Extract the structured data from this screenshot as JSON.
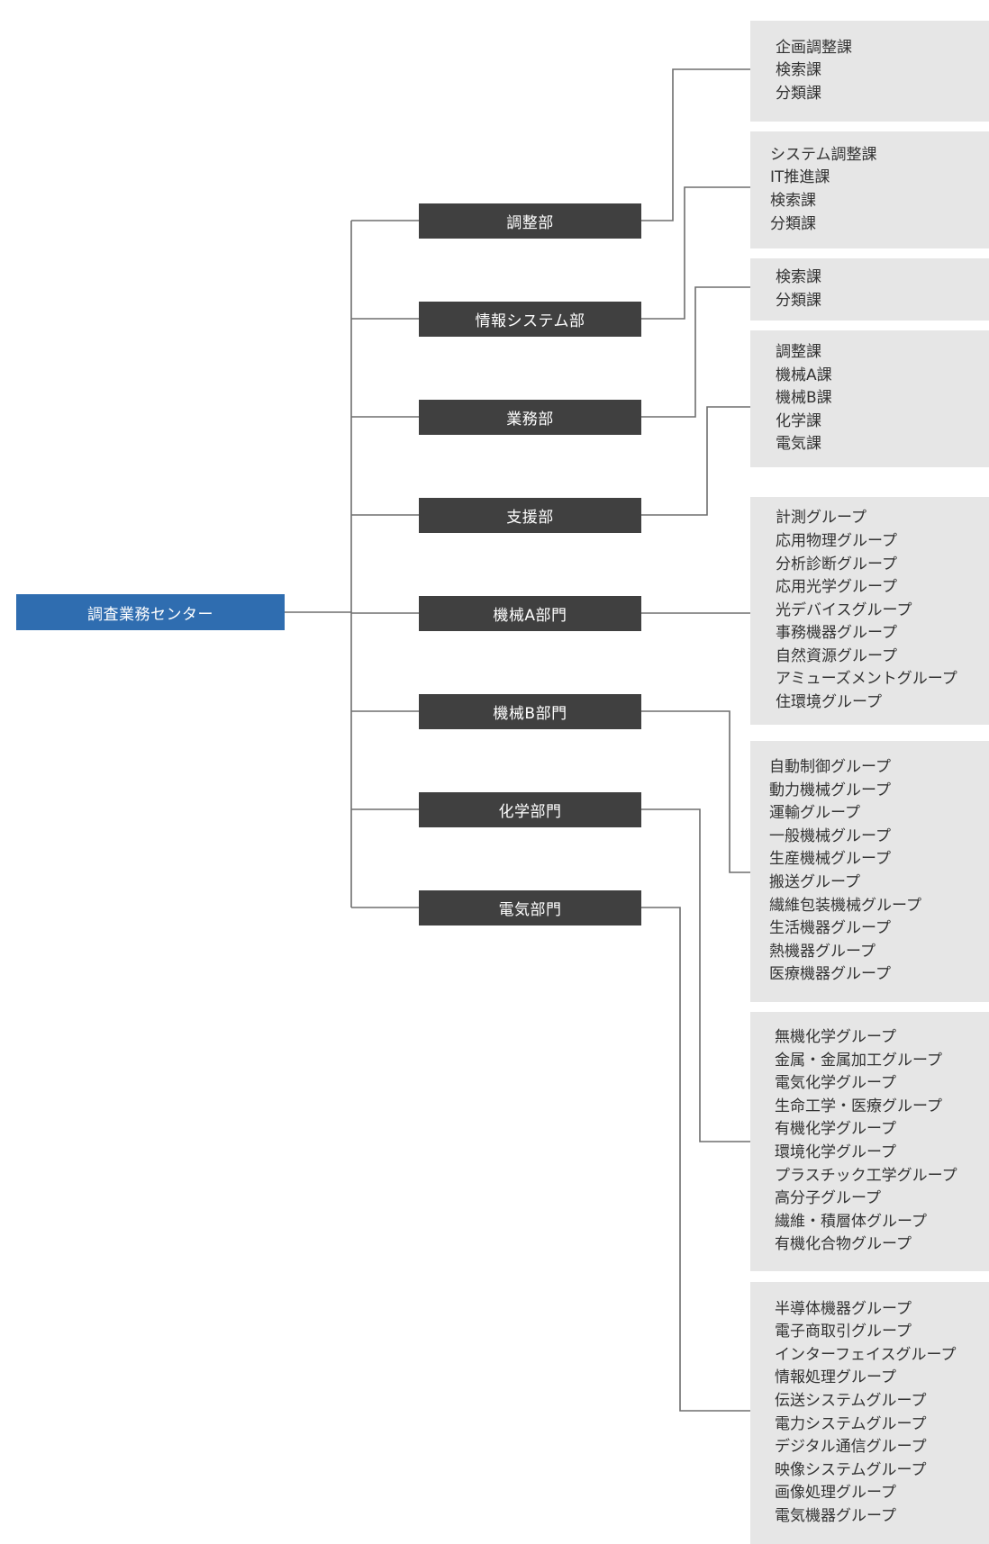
{
  "root": {
    "label": "調査業務センター",
    "color": "#2f6db0"
  },
  "colors": {
    "dept": "#404040",
    "panel": "#e6e6e6",
    "line": "#6e6e6e",
    "text": "#333333"
  },
  "departments": [
    {
      "label": "調整部",
      "units": [
        "企画調整課",
        "検索課",
        "分類課"
      ]
    },
    {
      "label": "情報システム部",
      "units": [
        "システム調整課",
        "IT推進課",
        "検索課",
        "分類課"
      ]
    },
    {
      "label": "業務部",
      "units": [
        "検索課",
        "分類課"
      ]
    },
    {
      "label": "支援部",
      "units": [
        "調整課",
        "機械A課",
        "機械B課",
        "化学課",
        "電気課"
      ]
    },
    {
      "label": "機械A部門",
      "units": [
        "計測グループ",
        "応用物理グループ",
        "分析診断グループ",
        "応用光学グループ",
        "光デバイスグループ",
        "事務機器グループ",
        "自然資源グループ",
        "アミューズメントグループ",
        "住環境グループ"
      ]
    },
    {
      "label": "機械B部門",
      "units": [
        "自動制御グループ",
        "動力機械グループ",
        "運輸グループ",
        "一般機械グループ",
        "生産機械グループ",
        "搬送グループ",
        "繊維包装機械グループ",
        "生活機器グループ",
        "熱機器グループ",
        "医療機器グループ"
      ]
    },
    {
      "label": "化学部門",
      "units": [
        "無機化学グループ",
        "金属・金属加工グループ",
        "電気化学グループ",
        "生命工学・医療グループ",
        "有機化学グループ",
        "環境化学グループ",
        "プラスチック工学グループ",
        "高分子グループ",
        "繊維・積層体グループ",
        "有機化合物グループ"
      ]
    },
    {
      "label": "電気部門",
      "units": [
        "半導体機器グループ",
        "電子商取引グループ",
        "インターフェイスグループ",
        "情報処理グループ",
        "伝送システムグループ",
        "電力システムグループ",
        "デジタル通信グループ",
        "映像システムグループ",
        "画像処理グループ",
        "電気機器グループ"
      ]
    }
  ]
}
